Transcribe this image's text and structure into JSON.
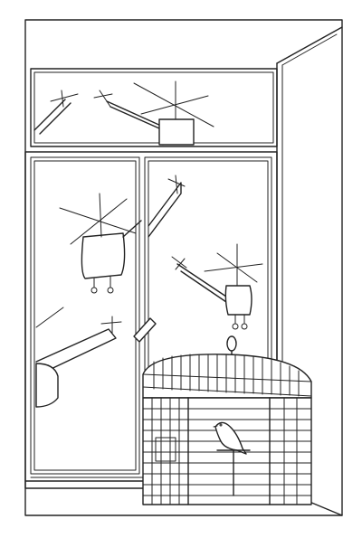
{
  "scene": {
    "kind": "line-drawing",
    "subjects": [
      "window-frame",
      "helicopters",
      "birdcage",
      "bird"
    ],
    "ink_color": "#222222",
    "paper_color": "#ffffff"
  }
}
